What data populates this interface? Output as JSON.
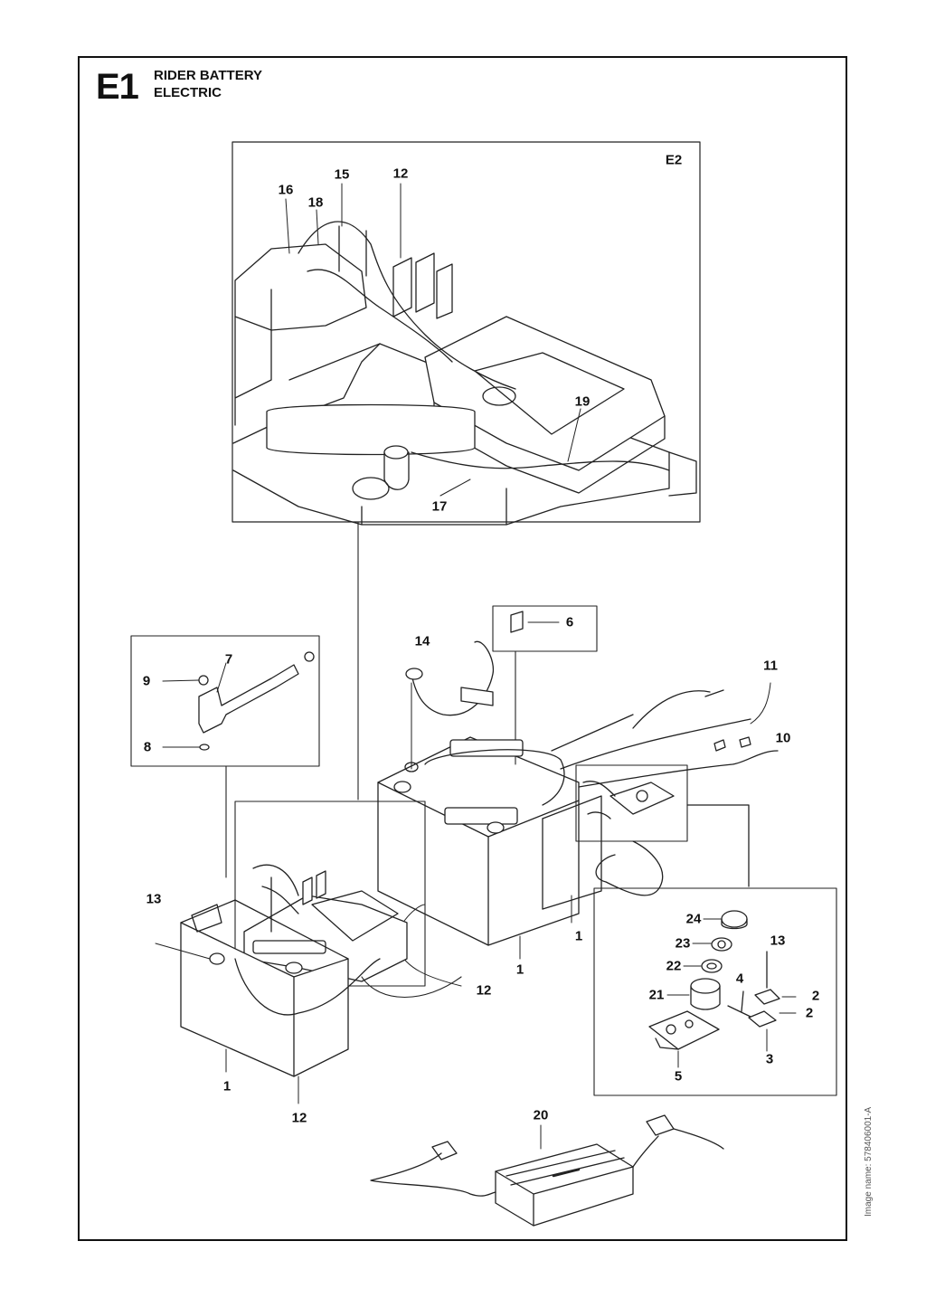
{
  "header": {
    "section_code": "E1",
    "title_line1": "RIDER BATTERY",
    "title_line2": "ELECTRIC"
  },
  "inset_label": "E2",
  "callouts": {
    "c15": "15",
    "c12_top": "12",
    "c16": "16",
    "c18": "18",
    "c19": "19",
    "c17": "17",
    "c6": "6",
    "c14": "14",
    "c7": "7",
    "c9": "9",
    "c8": "8",
    "c11": "11",
    "c10": "10",
    "c13_left": "13",
    "c1_right": "1",
    "c1_mid": "1",
    "c1_left": "1",
    "c12_mid": "12",
    "c12_bottom": "12",
    "c24": "24",
    "c23": "23",
    "c22": "22",
    "c21": "21",
    "c5": "5",
    "c13_right": "13",
    "c4": "4",
    "c2_a": "2",
    "c2_b": "2",
    "c3": "3",
    "c20": "20"
  },
  "image_name": "Image name: 578406001-A"
}
